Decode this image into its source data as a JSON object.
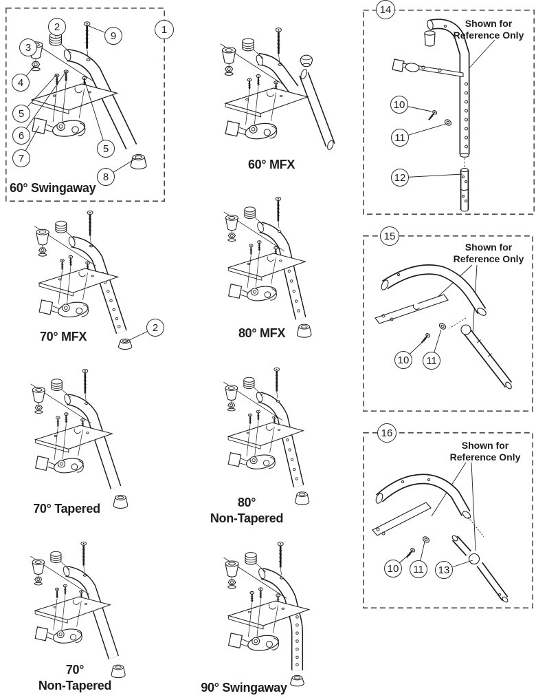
{
  "page": {
    "background": "#ffffff",
    "ink": "#1d1d1d"
  },
  "sections": {
    "swing60": {
      "label": "60° Swingaway"
    },
    "mfx60": {
      "label": "60° MFX"
    },
    "mfx70": {
      "label": "70° MFX"
    },
    "mfx80": {
      "label": "80° MFX"
    },
    "tapered70": {
      "label": "70° Tapered"
    },
    "nontapered80": {
      "label_line1": "80°",
      "label_line2": "Non-Tapered"
    },
    "nontapered70": {
      "label_line1": "70°",
      "label_line2": "Non-Tapered"
    },
    "swing90": {
      "label": "90° Swingaway"
    }
  },
  "ref_note": {
    "line1": "Shown for",
    "line2": "Reference Only"
  },
  "callouts": {
    "frame1": "1",
    "frame14": "14",
    "frame15": "15",
    "frame16": "16",
    "n2": "2",
    "n3": "3",
    "n4": "4",
    "n5": "5",
    "n6": "6",
    "n7": "7",
    "n8": "8",
    "n9": "9",
    "n10": "10",
    "n11": "11",
    "n12": "12",
    "n13": "13"
  }
}
